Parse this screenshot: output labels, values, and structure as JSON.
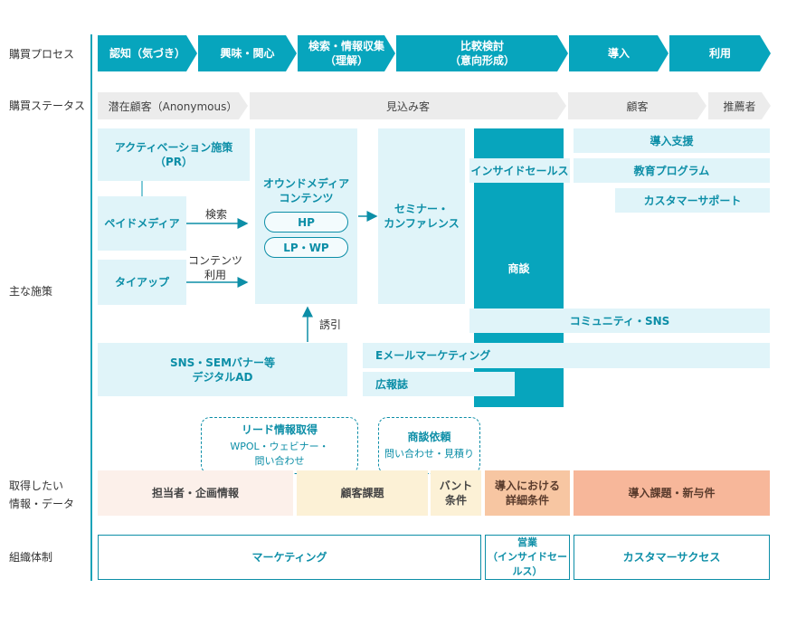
{
  "row_labels": {
    "process": "購買プロセス",
    "status": "購買ステータス",
    "measures": "主な施策",
    "info": "取得したい\n情報・データ",
    "org": "組織体制"
  },
  "process_steps": [
    "認知（気づき）",
    "興味・関心",
    "検索・情報収集\n（理解）",
    "比較検討\n（意向形成）",
    "導入",
    "利用"
  ],
  "status_steps": [
    "潜在顧客（Anonymous）",
    "見込み客",
    "顧客",
    "推薦者"
  ],
  "measures": {
    "activation": "アクティベーション施策\n（PR）",
    "paid_media": "ペイドメディア",
    "tie_up": "タイアップ",
    "search_label": "検索",
    "content_use_label": "コンテンツ\n利用",
    "owned_media": "オウンドメディア\nコンテンツ",
    "hp": "HP",
    "lp_wp": "LP・WP",
    "seminar": "セミナー・\nカンファレンス",
    "inside_sales": "インサイドセールス",
    "negotiation": "商談",
    "intro_support": "導入支援",
    "education": "教育プログラム",
    "customer_support": "カスタマーサポート",
    "community": "コミュニティ・SNS",
    "sns_sem": "SNS・SEMバナー等\nデジタルAD",
    "induce_label": "誘引",
    "email": "Eメールマーケティング",
    "publicity": "広報誌"
  },
  "acquisitions": {
    "lead": {
      "title": "リード情報取得",
      "detail": "WPOL・ウェビナー・\n問い合わせ"
    },
    "deal": {
      "title": "商談依頼",
      "detail": "問い合わせ・見積り"
    }
  },
  "info_items": [
    {
      "label": "担当者・企画情報",
      "color": "#fcf0ea"
    },
    {
      "label": "顧客課題",
      "color": "#fcf1d6"
    },
    {
      "label": "バント\n条件",
      "color": "#fcf1d6"
    },
    {
      "label": "導入における\n詳細条件",
      "color": "#f7c6a2"
    },
    {
      "label": "導入課題・新与件",
      "color": "#f7b79a"
    }
  ],
  "org": {
    "marketing": "マーケティング",
    "sales": "営業\n（インサイドセールス）",
    "cs": "カスタマーサクセス"
  },
  "colors": {
    "accent": "#07a5bd",
    "light_blue": "#e0f4f9",
    "text_blue": "#0c8ea7",
    "status_gray": "#ececec"
  }
}
